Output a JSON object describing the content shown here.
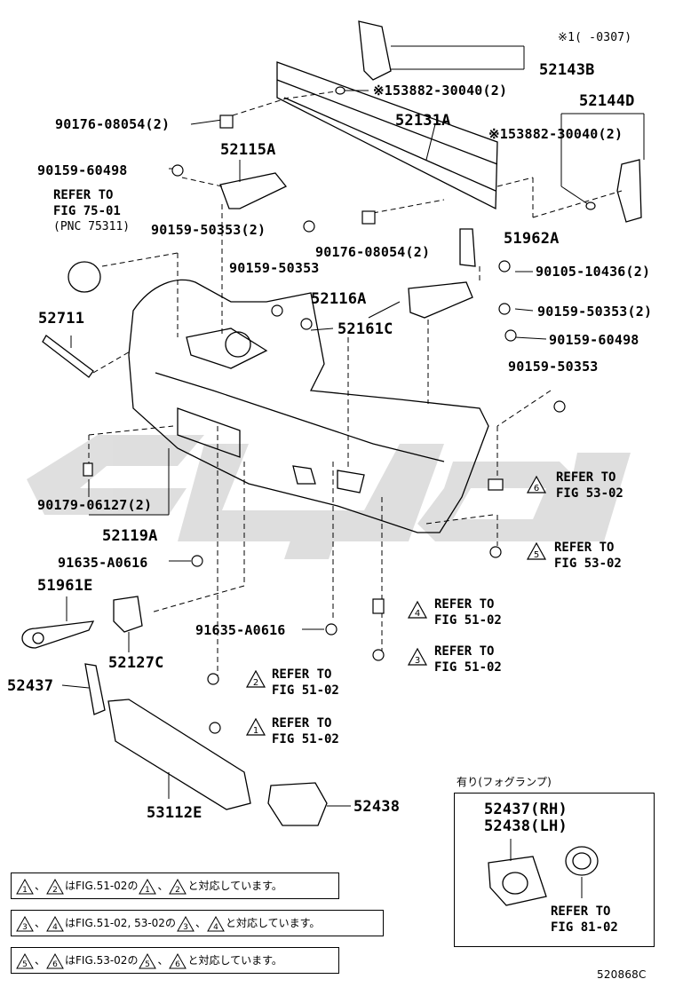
{
  "header": {
    "note": "※1(    -0307)"
  },
  "parts": {
    "p52143B": "52143B",
    "p153882_a": "※153882-30040(2)",
    "p52144D": "52144D",
    "p153882_b": "※153882-30040(2)",
    "p90176_a": "90176-08054(2)",
    "p52131A": "52131A",
    "p52115A": "52115A",
    "p90159_60498_a": "90159-60498",
    "refer75_1": "REFER TO",
    "refer75_2": "FIG 75-01",
    "refer75_3": "(PNC 75311)",
    "p90159_50353_a": "90159-50353(2)",
    "p90176_b": "90176-08054(2)",
    "p51962A": "51962A",
    "p90105": "90105-10436(2)",
    "p90159_50353_b": "90159-50353",
    "p52711": "52711",
    "p52116A": "52116A",
    "p90159_50353_c": "90159-50353(2)",
    "p52161C": "52161C",
    "p90159_60498_b": "90159-60498",
    "p90159_50353_d": "90159-50353",
    "p90179": "90179-06127(2)",
    "p52119A": "52119A",
    "p91635_a": "91635-A0616",
    "p51961E": "51961E",
    "p91635_b": "91635-A0616",
    "p52127C": "52127C",
    "p52437": "52437",
    "p53112E": "53112E",
    "p52438": "52438"
  },
  "refers": [
    {
      "num": "6",
      "line1": "REFER TO",
      "line2": "FIG 53-02"
    },
    {
      "num": "5",
      "line1": "REFER TO",
      "line2": "FIG 53-02"
    },
    {
      "num": "4",
      "line1": "REFER TO",
      "line2": "FIG 51-02"
    },
    {
      "num": "3",
      "line1": "REFER TO",
      "line2": "FIG 51-02"
    },
    {
      "num": "2",
      "line1": "REFER TO",
      "line2": "FIG 51-02"
    },
    {
      "num": "1",
      "line1": "REFER TO",
      "line2": "FIG 51-02"
    }
  ],
  "inset": {
    "title": "有り(フォグランプ)",
    "rh": "52437(RH)",
    "lh": "52438(LH)",
    "refer1": "REFER TO",
    "refer2": "FIG 81-02"
  },
  "notes": [
    {
      "a": "1",
      "b": "2",
      "text1": "はFIG.51-02の",
      "text2": "と対応しています。"
    },
    {
      "a": "3",
      "b": "4",
      "text1": "はFIG.51-02, 53-02の",
      "text2": "と対応しています。"
    },
    {
      "a": "5",
      "b": "6",
      "text1": "はFIG.53-02の",
      "text2": "と対応しています。"
    }
  ],
  "note_sep": "、",
  "figure_code": "520868C"
}
